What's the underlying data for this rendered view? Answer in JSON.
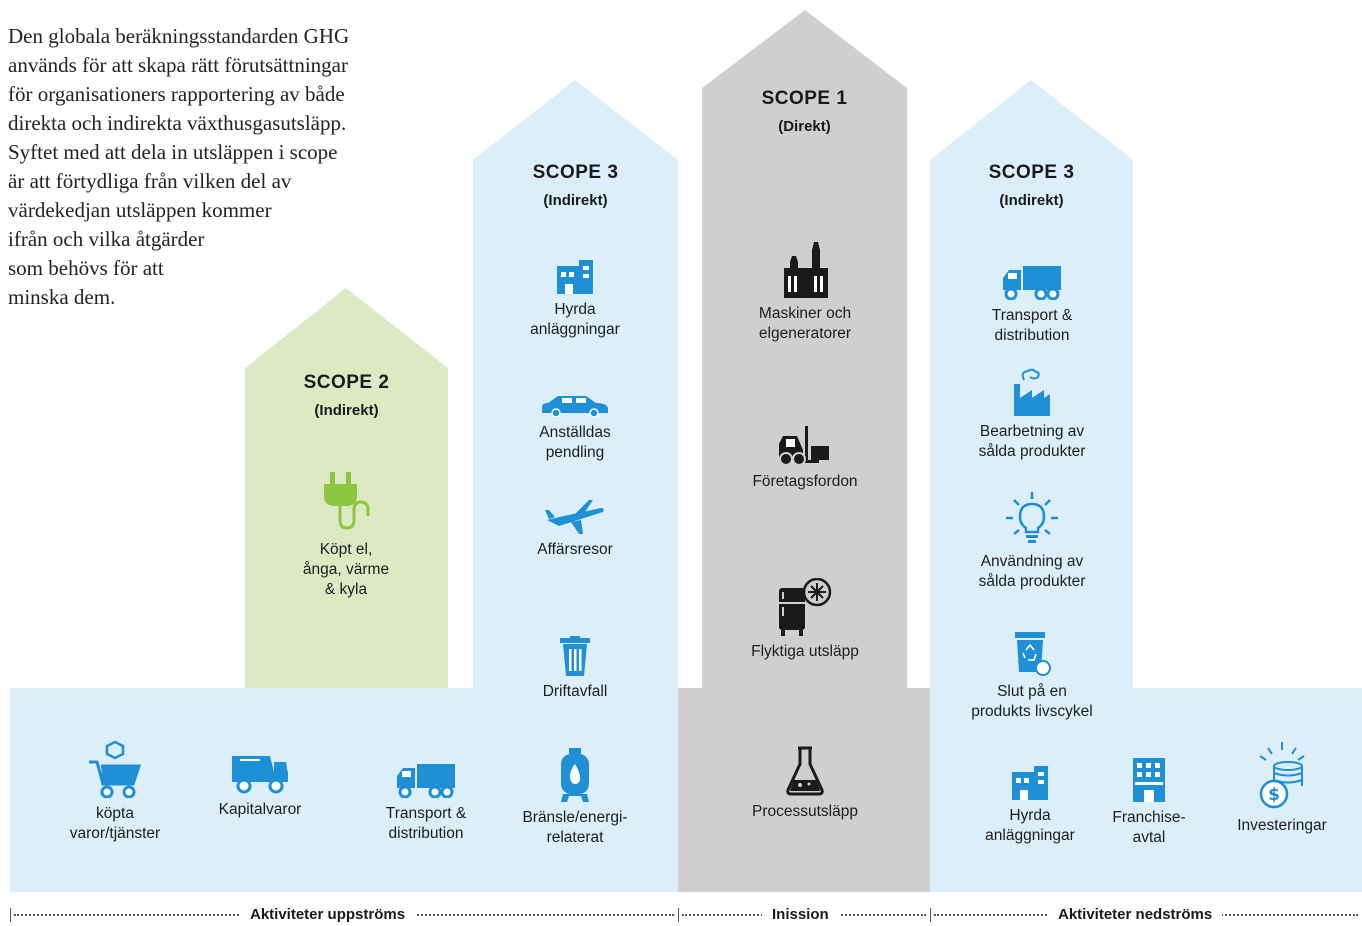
{
  "intro_lines": [
    "Den globala beräkningsstandarden GHG",
    "används för att skapa rätt förutsättningar",
    "för organisationers rapportering av både",
    "direkta och indirekta växthusgasutsläpp.",
    "Syftet med att dela in utsläppen i scope",
    "är att förtydliga från vilken del av",
    "värdekedjan utsläppen kommer",
    "ifrån och vilka åtgärder",
    "som behövs för att",
    "minska dem."
  ],
  "colors": {
    "scope3": "#dbeefa",
    "scope2": "#dce9c3",
    "scope1": "#cfcfcf",
    "icon_blue": "#1f8fd6",
    "icon_green": "#8dc63f",
    "icon_dark": "#1a1a1a"
  },
  "scope2": {
    "title": "SCOPE 2",
    "subtitle": "(Indirekt)",
    "item": {
      "icon": "plug-icon",
      "label": "Köpt el,\nånga, värme\n& kyla"
    }
  },
  "scope3_up": {
    "title": "SCOPE 3",
    "subtitle": "(Indirekt)",
    "items": [
      {
        "icon": "building-icon",
        "label": "Hyrda\nanläggningar"
      },
      {
        "icon": "car-icon",
        "label": "Anställdas\npendling"
      },
      {
        "icon": "airplane-icon",
        "label": "Affärsresor"
      },
      {
        "icon": "trash-icon",
        "label": "Driftavfall"
      }
    ]
  },
  "scope1": {
    "title": "SCOPE 1",
    "subtitle": "(Direkt)",
    "items": [
      {
        "icon": "factory-icon",
        "label": "Maskiner och\nelgeneratorer"
      },
      {
        "icon": "forklift-icon",
        "label": "Företagsfordon"
      },
      {
        "icon": "fridge-icon",
        "label": "Flyktiga utsläpp"
      },
      {
        "icon": "flask-icon",
        "label": "Processutsläpp"
      }
    ]
  },
  "scope3_down": {
    "title": "SCOPE 3",
    "subtitle": "(Indirekt)",
    "items": [
      {
        "icon": "truck-icon",
        "label": "Transport &\ndistribution"
      },
      {
        "icon": "smoke-factory-icon",
        "label": "Bearbetning av\nsålda produkter"
      },
      {
        "icon": "lightbulb-icon",
        "label": "Användning av\nsålda produkter"
      },
      {
        "icon": "recycle-bin-icon",
        "label": "Slut på en\nprodukts livscykel"
      }
    ]
  },
  "bottom_up": [
    {
      "icon": "cart-icon",
      "label": "köpta\nvaror/tjänster"
    },
    {
      "icon": "dump-truck-icon",
      "label": "Kapitalvaror"
    },
    {
      "icon": "truck-icon",
      "label": "Transport &\ndistribution"
    },
    {
      "icon": "gas-tank-icon",
      "label": "Bränsle/energi-\nrelaterat"
    }
  ],
  "bottom_down": [
    {
      "icon": "building-icon",
      "label": "Hyrda\nanläggningar"
    },
    {
      "icon": "shop-icon",
      "label": "Franchise-\navtal"
    },
    {
      "icon": "coins-icon",
      "label": "Investeringar"
    }
  ],
  "footer": {
    "upstream": "Aktiviteter uppströms",
    "center": "Inission",
    "downstream": "Aktiviteter nedströms"
  }
}
